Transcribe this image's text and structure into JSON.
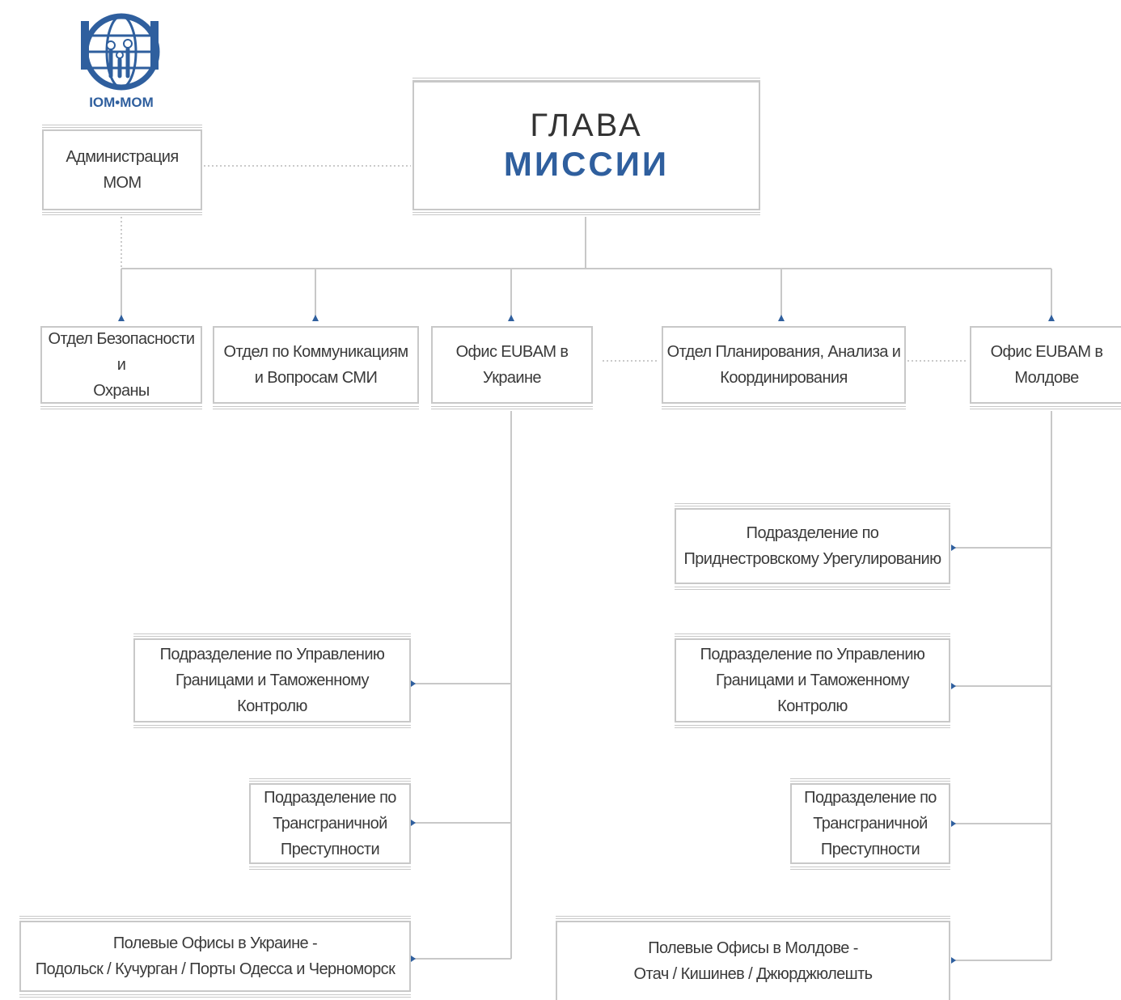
{
  "logo": {
    "text": "IOM•MOM",
    "color": "#2f5f9e"
  },
  "colors": {
    "accent": "#2f5f9e",
    "line": "#c8c8c8",
    "text": "#3a3a3a"
  },
  "head": {
    "line1": "ГЛАВА",
    "line2": "МИССИИ"
  },
  "admin": "Администрация\nМОМ",
  "departments": {
    "security": "Отдел Безопасности и\nОхраны",
    "communications": "Отдел по Коммуникациям\nи Вопросам СМИ",
    "ukraine_office": "Офис EUBAM в\nУкраине",
    "planning": "Отдел Планирования, Анализа и\nКоординирования",
    "moldova_office": "Офис EUBAM в\nМолдове"
  },
  "ukraine_units": {
    "border_customs": "Подразделение по Управлению\nГраницами и Таможенному\nКонтролю",
    "crime": "Подразделение по\nТрансграничной\nПреступности",
    "field_offices": "Полевые Офисы в Украине -\nПодольск / Кучурган / Порты Одесса и Черноморск"
  },
  "moldova_units": {
    "transnistria": "Подразделение по\nПриднестровскому  Урегулированию",
    "border_customs": "Подразделение по Управлению\nГраницами и Таможенному\nКонтролю",
    "crime": "Подразделение по\nТрансграничной\nПреступности",
    "field_offices": "Полевые Офисы в Молдове -\nОтач / Кишинев / Джюрджюлешть"
  }
}
